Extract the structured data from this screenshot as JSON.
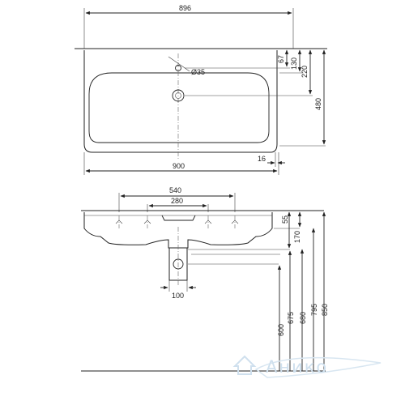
{
  "top_view": {
    "width_top": "896",
    "width_bottom": "900",
    "hole_diameter": "Ø35",
    "dim_67": "67",
    "dim_130": "130",
    "dim_220": "220",
    "dim_480": "480",
    "dim_16": "16"
  },
  "front_view": {
    "dim_540": "540",
    "dim_280": "280",
    "dim_55": "55",
    "dim_170": "170",
    "dim_100": "100",
    "height_600": "600",
    "height_675": "675",
    "height_680": "680",
    "height_795": "795",
    "height_850": "850"
  },
  "watermark": {
    "text": "Анико",
    "colors": {
      "primary": "#cfe0ee"
    },
    "icon": "house-icon"
  }
}
